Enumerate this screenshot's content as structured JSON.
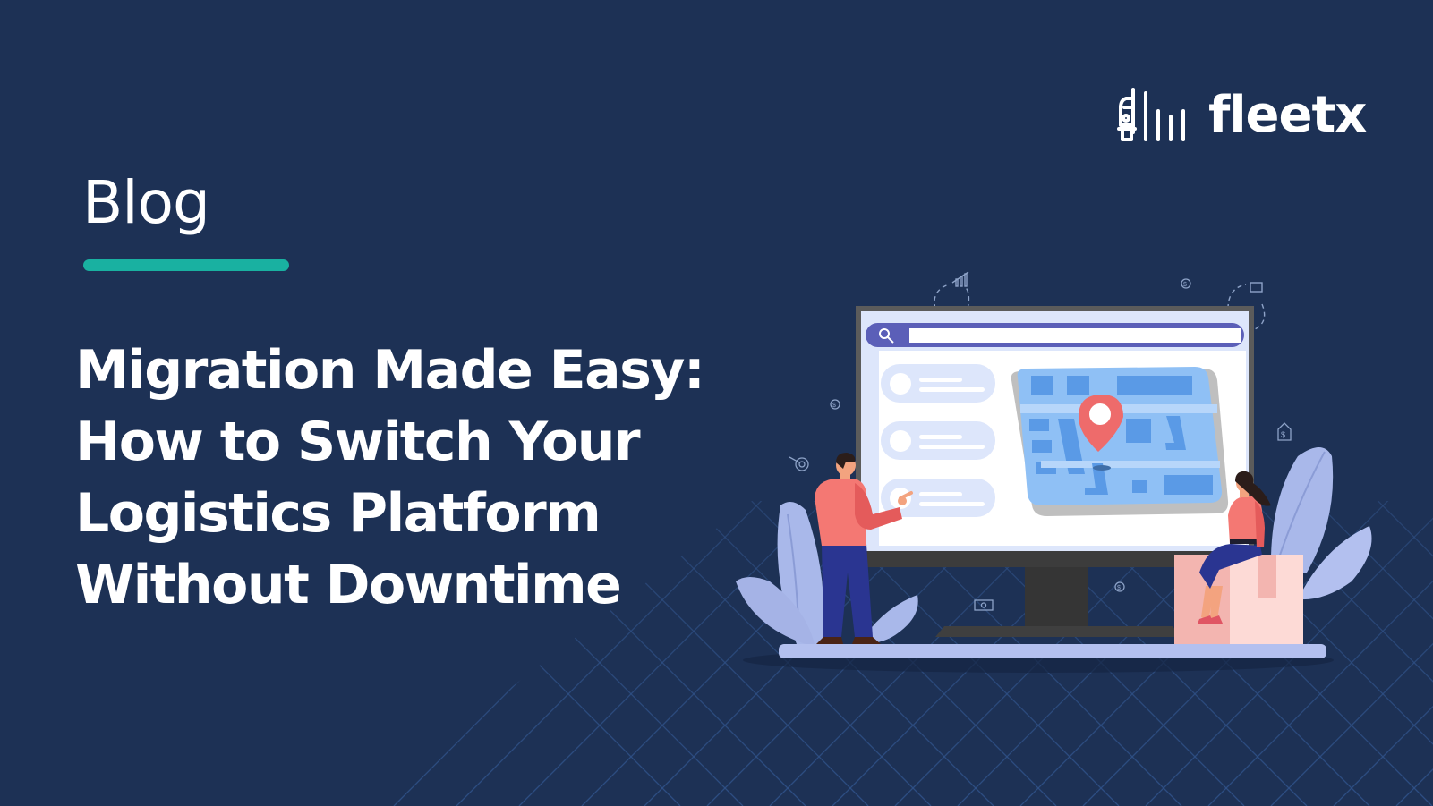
{
  "brand": {
    "name": "fleetx",
    "logo_icon": "truck-signal-icon",
    "text_color": "#ffffff"
  },
  "header": {
    "category_label": "Blog",
    "underline_color": "#19b1a1"
  },
  "article": {
    "title_lines": [
      "Migration Made Easy:",
      "How to Switch Your",
      "Logistics Platform",
      "Without Downtime"
    ]
  },
  "illustration": {
    "description": "Monitor showing a search bar, list items and a map with location pin; man pointing at screen, woman sitting on a box, plants",
    "icons": [
      "search-icon",
      "map-pin-icon",
      "dollar-coin-icon",
      "bar-chart-icon",
      "target-icon",
      "banknote-icon",
      "house-dollar-icon"
    ]
  },
  "colors": {
    "background": "#1d3155",
    "grid_line": "#2c4a7a",
    "accent_teal": "#19b1a1",
    "screen_bg": "#dde6fb",
    "search_bar": "#5b5fb8",
    "map_blue": "#8fc0f5",
    "pin_red": "#ee6b6b",
    "shirt_coral": "#f26d6b",
    "pants_navy": "#2a3591",
    "plant_lavender": "#a9b8ea",
    "box_pink": "#f3b5b0"
  }
}
